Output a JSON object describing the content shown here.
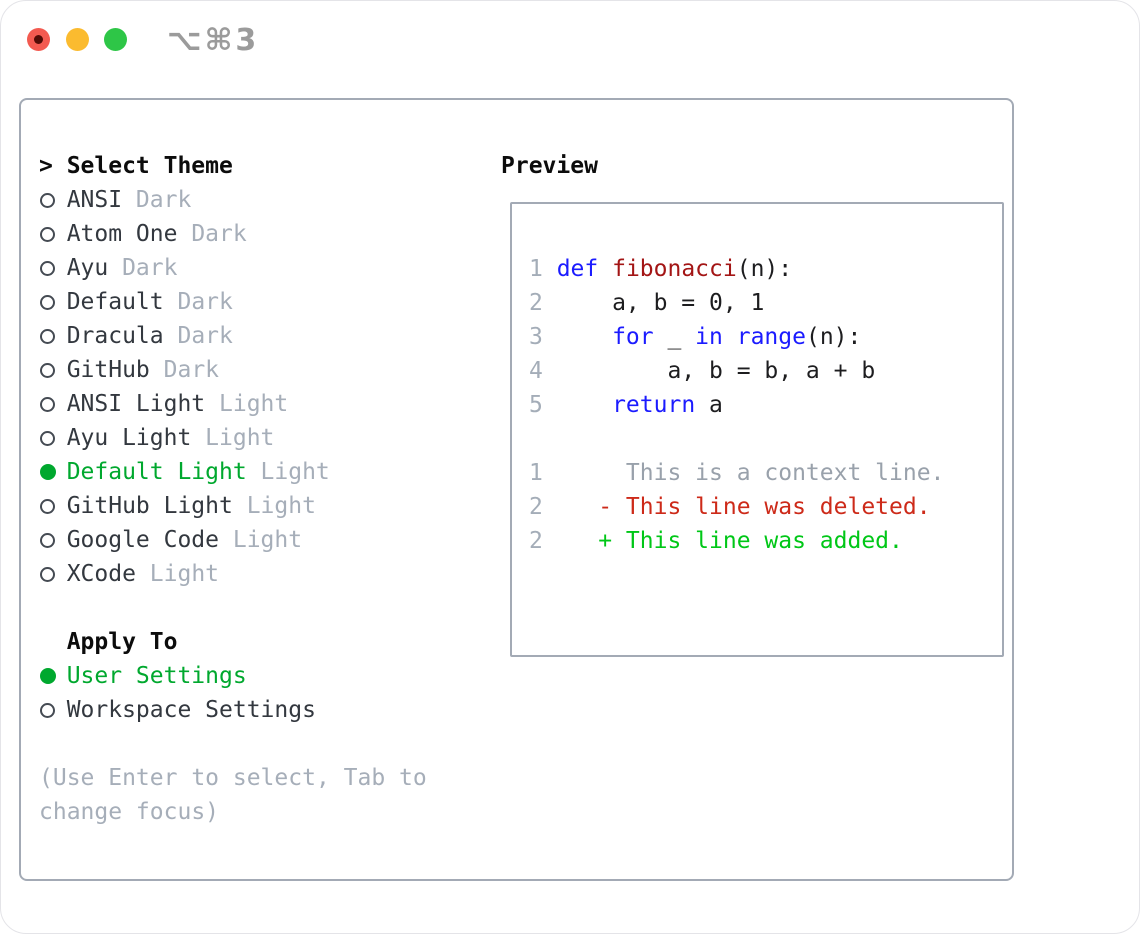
{
  "window": {
    "title": "⌥⌘3",
    "traffic_lights": [
      {
        "name": "close",
        "color": "#f35a50"
      },
      {
        "name": "minimize",
        "color": "#fbbb2f"
      },
      {
        "name": "zoom",
        "color": "#2ec647"
      }
    ]
  },
  "theme_panel": {
    "header_marker": ">",
    "header": "Select Theme",
    "items": [
      {
        "label": "ANSI",
        "variant": "Dark",
        "selected": false
      },
      {
        "label": "Atom One",
        "variant": "Dark",
        "selected": false
      },
      {
        "label": "Ayu",
        "variant": "Dark",
        "selected": false
      },
      {
        "label": "Default",
        "variant": "Dark",
        "selected": false
      },
      {
        "label": "Dracula",
        "variant": "Dark",
        "selected": false
      },
      {
        "label": "GitHub",
        "variant": "Dark",
        "selected": false
      },
      {
        "label": "ANSI Light",
        "variant": "Light",
        "selected": false
      },
      {
        "label": "Ayu Light",
        "variant": "Light",
        "selected": false
      },
      {
        "label": "Default Light",
        "variant": "Light",
        "selected": true
      },
      {
        "label": "GitHub Light",
        "variant": "Light",
        "selected": false
      },
      {
        "label": "Google Code",
        "variant": "Light",
        "selected": false
      },
      {
        "label": "XCode",
        "variant": "Light",
        "selected": false
      }
    ],
    "apply_to": {
      "header": "Apply To",
      "options": [
        {
          "label": "User Settings",
          "selected": true
        },
        {
          "label": "Workspace Settings",
          "selected": false
        }
      ]
    },
    "help_lines": [
      "(Use Enter to select, Tab to",
      "change focus)"
    ]
  },
  "preview": {
    "header": "Preview",
    "lines": [
      {
        "num": "1",
        "segments": [
          {
            "t": "def",
            "c": "kw"
          },
          {
            "t": " "
          },
          {
            "t": "fibonacci",
            "c": "fn"
          },
          {
            "t": "(n):"
          }
        ]
      },
      {
        "num": "2",
        "segments": [
          {
            "t": "    a, b = 0, 1"
          }
        ]
      },
      {
        "num": "3",
        "segments": [
          {
            "t": "    "
          },
          {
            "t": "for",
            "c": "kw"
          },
          {
            "t": " _ "
          },
          {
            "t": "in",
            "c": "kw"
          },
          {
            "t": " "
          },
          {
            "t": "range",
            "c": "kw"
          },
          {
            "t": "(n):"
          }
        ]
      },
      {
        "num": "4",
        "segments": [
          {
            "t": "        a, b = b, a + b"
          }
        ]
      },
      {
        "num": "5",
        "segments": [
          {
            "t": "    "
          },
          {
            "t": "return",
            "c": "kw"
          },
          {
            "t": " a"
          }
        ]
      },
      {
        "num": "",
        "segments": []
      },
      {
        "num": "1",
        "segments": [
          {
            "t": "     This is a context line.",
            "c": "ctx"
          }
        ]
      },
      {
        "num": "2",
        "segments": [
          {
            "t": "   - This line was deleted.",
            "c": "del"
          }
        ]
      },
      {
        "num": "2",
        "segments": [
          {
            "t": "   + This line was added.",
            "c": "add"
          }
        ]
      }
    ]
  },
  "colors": {
    "selection_green": "#00a82e",
    "diff_added_green": "#00c717",
    "diff_deleted_red": "#cd2a19",
    "keyword_blue": "#1b1bff",
    "function_red": "#a31515",
    "muted_gray": "#a6aeb9",
    "border_gray": "#a3aab5",
    "text_dark": "#33383f"
  }
}
